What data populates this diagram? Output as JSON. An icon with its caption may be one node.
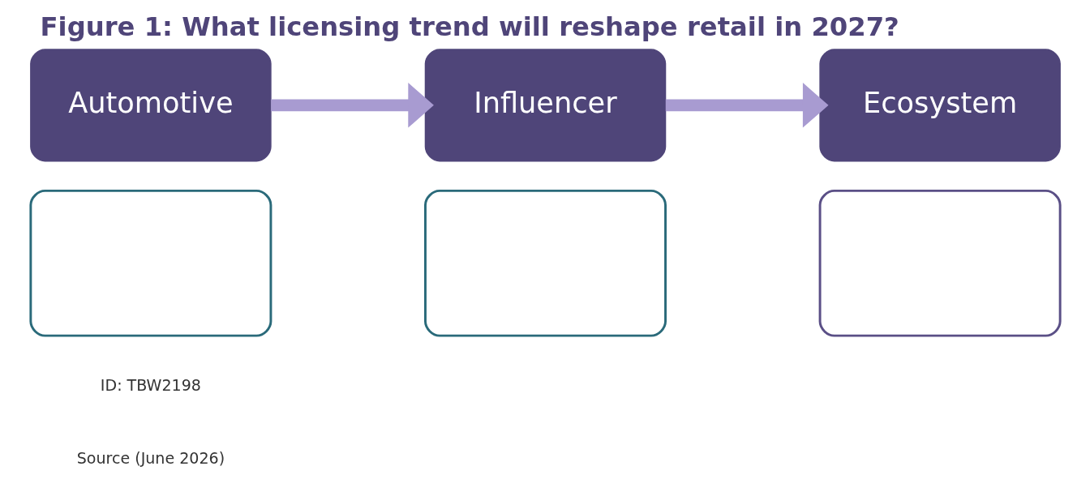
{
  "diagram": {
    "title": "Figure 1: What licensing trend will reshape retail in 2027?",
    "nodes": [
      {
        "text": [
          "Automotive"
        ]
      },
      {
        "text": [],
        "shape": "box"
      },
      {
        "text": [
          "Influencer"
        ]
      },
      {
        "text": [],
        "shape": "box"
      },
      {
        "text": [
          "Ecosystem"
        ]
      },
      {
        "text": [],
        "shape": "box"
      }
    ],
    "edges": [
      {
        "from": 0,
        "to": 2,
        "arrow": "to"
      },
      {
        "from": 2,
        "to": 4,
        "arrow": "to"
      }
    ],
    "labels": [
      "ID: TBW2198",
      "Source (June 2026)"
    ]
  }
}
